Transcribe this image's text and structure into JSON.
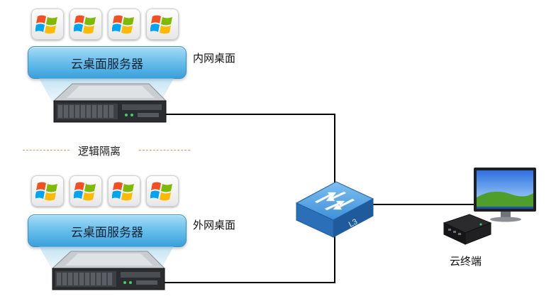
{
  "diagram": {
    "top_server": {
      "bar_label": "云桌面服务器",
      "side_label": "内网桌面"
    },
    "bottom_server": {
      "bar_label": "云桌面服务器",
      "side_label": "外网桌面"
    },
    "separator_label": "逻辑隔离",
    "switch_text": "L3",
    "terminal_label": "云终端"
  },
  "colors": {
    "bar_top": "#a7dcf6",
    "bar_bottom": "#3aa0db",
    "switch_blue": "#2f7fd0",
    "line": "#000000",
    "separator": "#c8a070"
  }
}
